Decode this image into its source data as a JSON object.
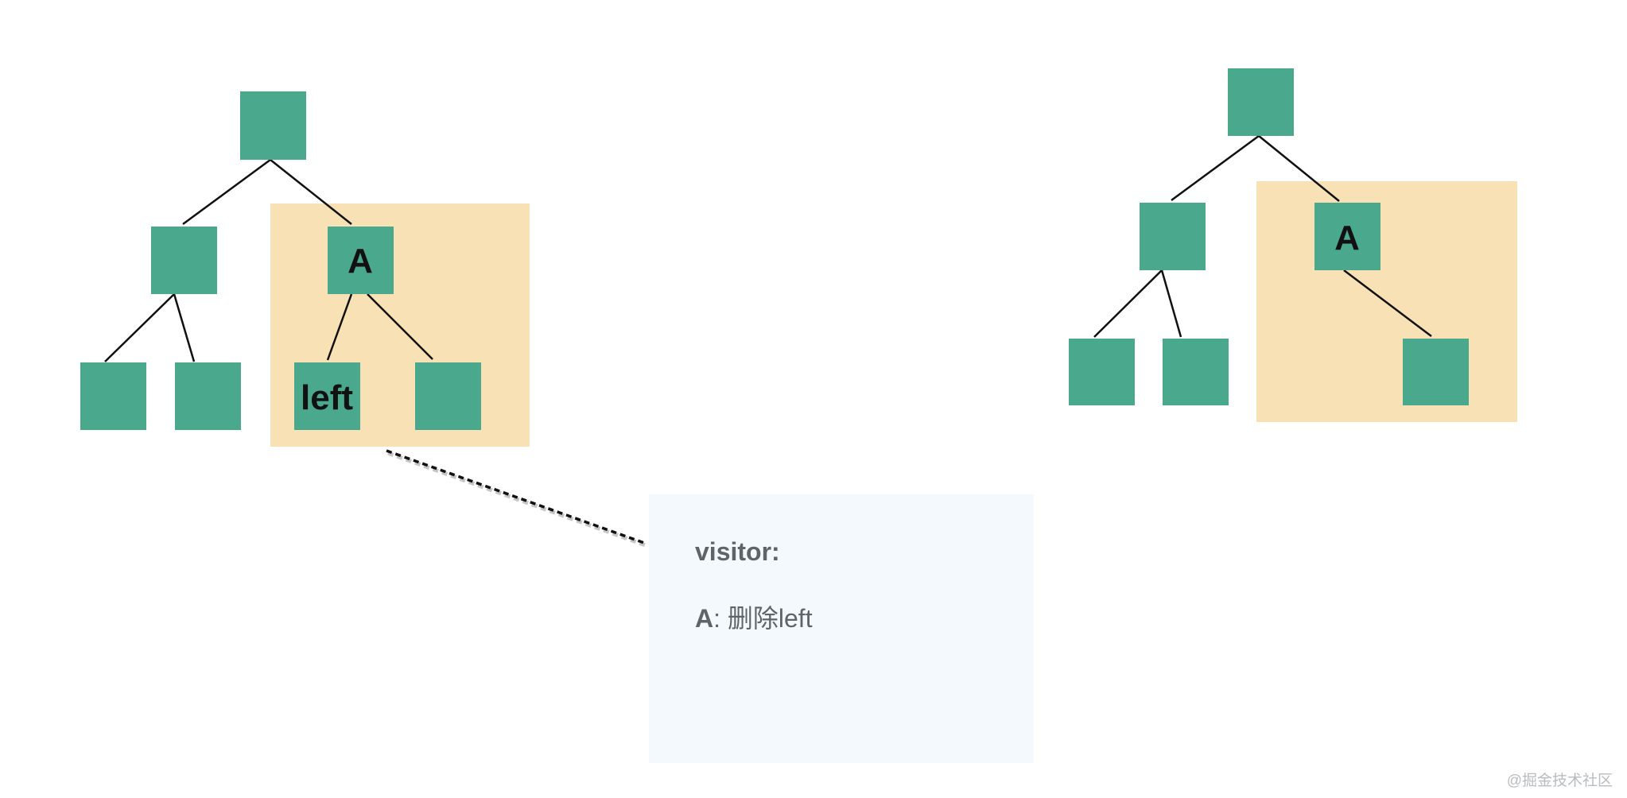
{
  "colors": {
    "node_fill": "#4aa88d",
    "highlight_fill": "#f8e2b5",
    "note_fill": "#f3f9fd",
    "edge_stroke": "#111111",
    "note_text": "#5f6468"
  },
  "left_tree": {
    "node_a_label": "A",
    "node_left_label": "left"
  },
  "right_tree": {
    "node_a_label": "A"
  },
  "note": {
    "title": "visitor:",
    "line_key": "A",
    "line_rest": ": 删除left"
  },
  "watermark": {
    "text": "@掘金技术社区"
  }
}
